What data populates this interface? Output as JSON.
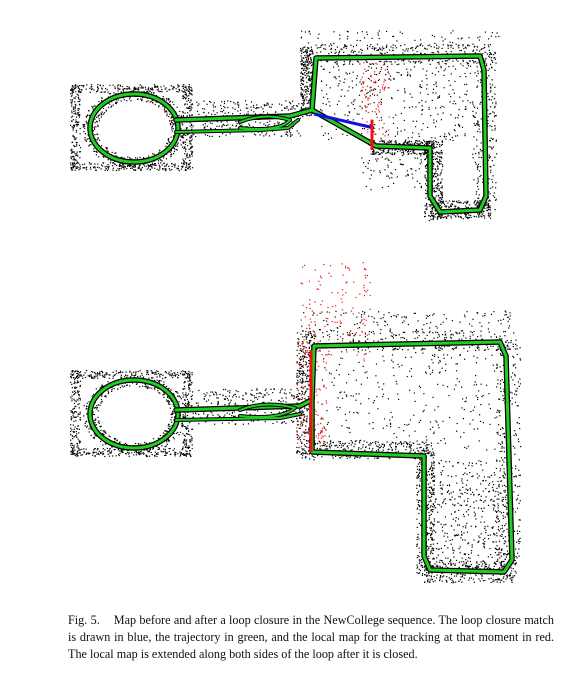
{
  "figure": {
    "label": "Fig. 5.",
    "caption": "Map before and after a loop closure in the NewCollege sequence. The loop closure match is drawn in blue, the trajectory in green, and the local map for the tracking at that moment in red. The local map is extended along both sides of the loop after it is closed.",
    "panels": [
      {
        "id": "before",
        "description_visible": false
      },
      {
        "id": "after",
        "description_visible": false
      }
    ]
  },
  "colors": {
    "map_points": "#000000",
    "trajectory": "#22cc22",
    "loop_closure_match": "#1010e0",
    "local_map": "#ee1111"
  }
}
